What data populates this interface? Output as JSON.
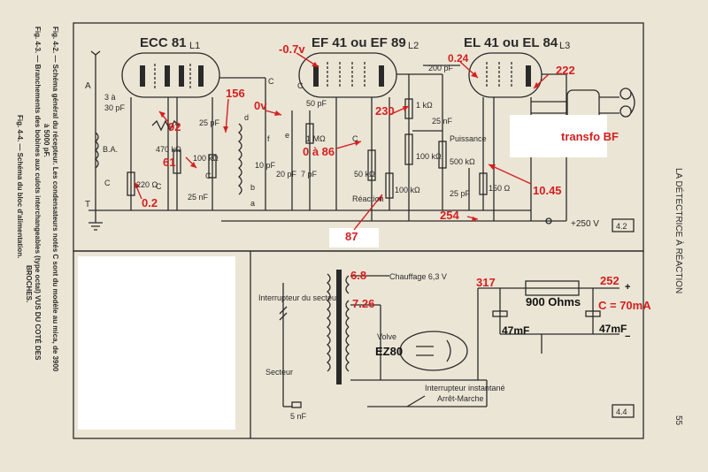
{
  "top_schematic": {
    "tubes": [
      {
        "name": "ECC 81",
        "ref": "L1"
      },
      {
        "name": "EF 41 ou EF 89",
        "ref": "L2"
      },
      {
        "name": "EL 41 ou EL 84",
        "ref": "L3"
      }
    ],
    "components": [
      "3 à",
      "30 pF",
      "B.A.",
      "C",
      "220 Ω",
      "C",
      "25 nF",
      "470 kΩ",
      "100 kΩ",
      "25 pF",
      "d",
      "b",
      "a",
      "f",
      "e",
      "10 pF",
      "20 pF",
      "7 pF",
      "C",
      "50 pF",
      "1 MΩ",
      "C",
      "50 kΩ",
      "Réaction",
      "100 kΩ",
      "100 kΩ",
      "1 kΩ",
      "25 nF",
      "200 pF",
      "Puissance",
      "500 kΩ",
      "25 pF",
      "150 Ω",
      "C",
      "C"
    ],
    "nodes": [
      "A",
      "T"
    ],
    "supply_label": "+250 V",
    "figure_box": "4.2"
  },
  "bottom_schematic": {
    "labels": [
      "Interrupteur du secteur",
      "Secteur",
      "5 nF",
      "Chauffage 6,3 V",
      "Volve",
      "Interrupteur instantané",
      "Arrêt-Marche"
    ],
    "figure_box": "4.4"
  },
  "red_annotations": [
    "-0.7v",
    "0.24",
    "222",
    "156",
    "92",
    "0v",
    "230",
    "0 à 86",
    "61",
    "0.2",
    "10.45",
    "254",
    "87",
    "6.8",
    "317",
    "252",
    "7.26",
    "C = 70mA"
  ],
  "black_annotations": [
    "transfo BF",
    "900 Ohms",
    "47mF",
    "47mF",
    "EZ80",
    "+",
    "−"
  ],
  "margin_left_caption": [
    "Fig. 4-2. — Schéma général du récepteur. Les condensateurs notés C sont du modèle au mica, de 3900",
    "Fig. 4-3. — Branchements des bobines aux culots interchangeables (type octal) VUS DU COTÉ DES",
    "BROCHES.",
    "Fig. 4-4. — Schéma du bloc d'alimentation."
  ],
  "margin_left_caption_extra": "à 5000 pF.",
  "margin_right": {
    "header": "LA DÉTECTRICE À RÉACTION",
    "page_number": "55"
  }
}
